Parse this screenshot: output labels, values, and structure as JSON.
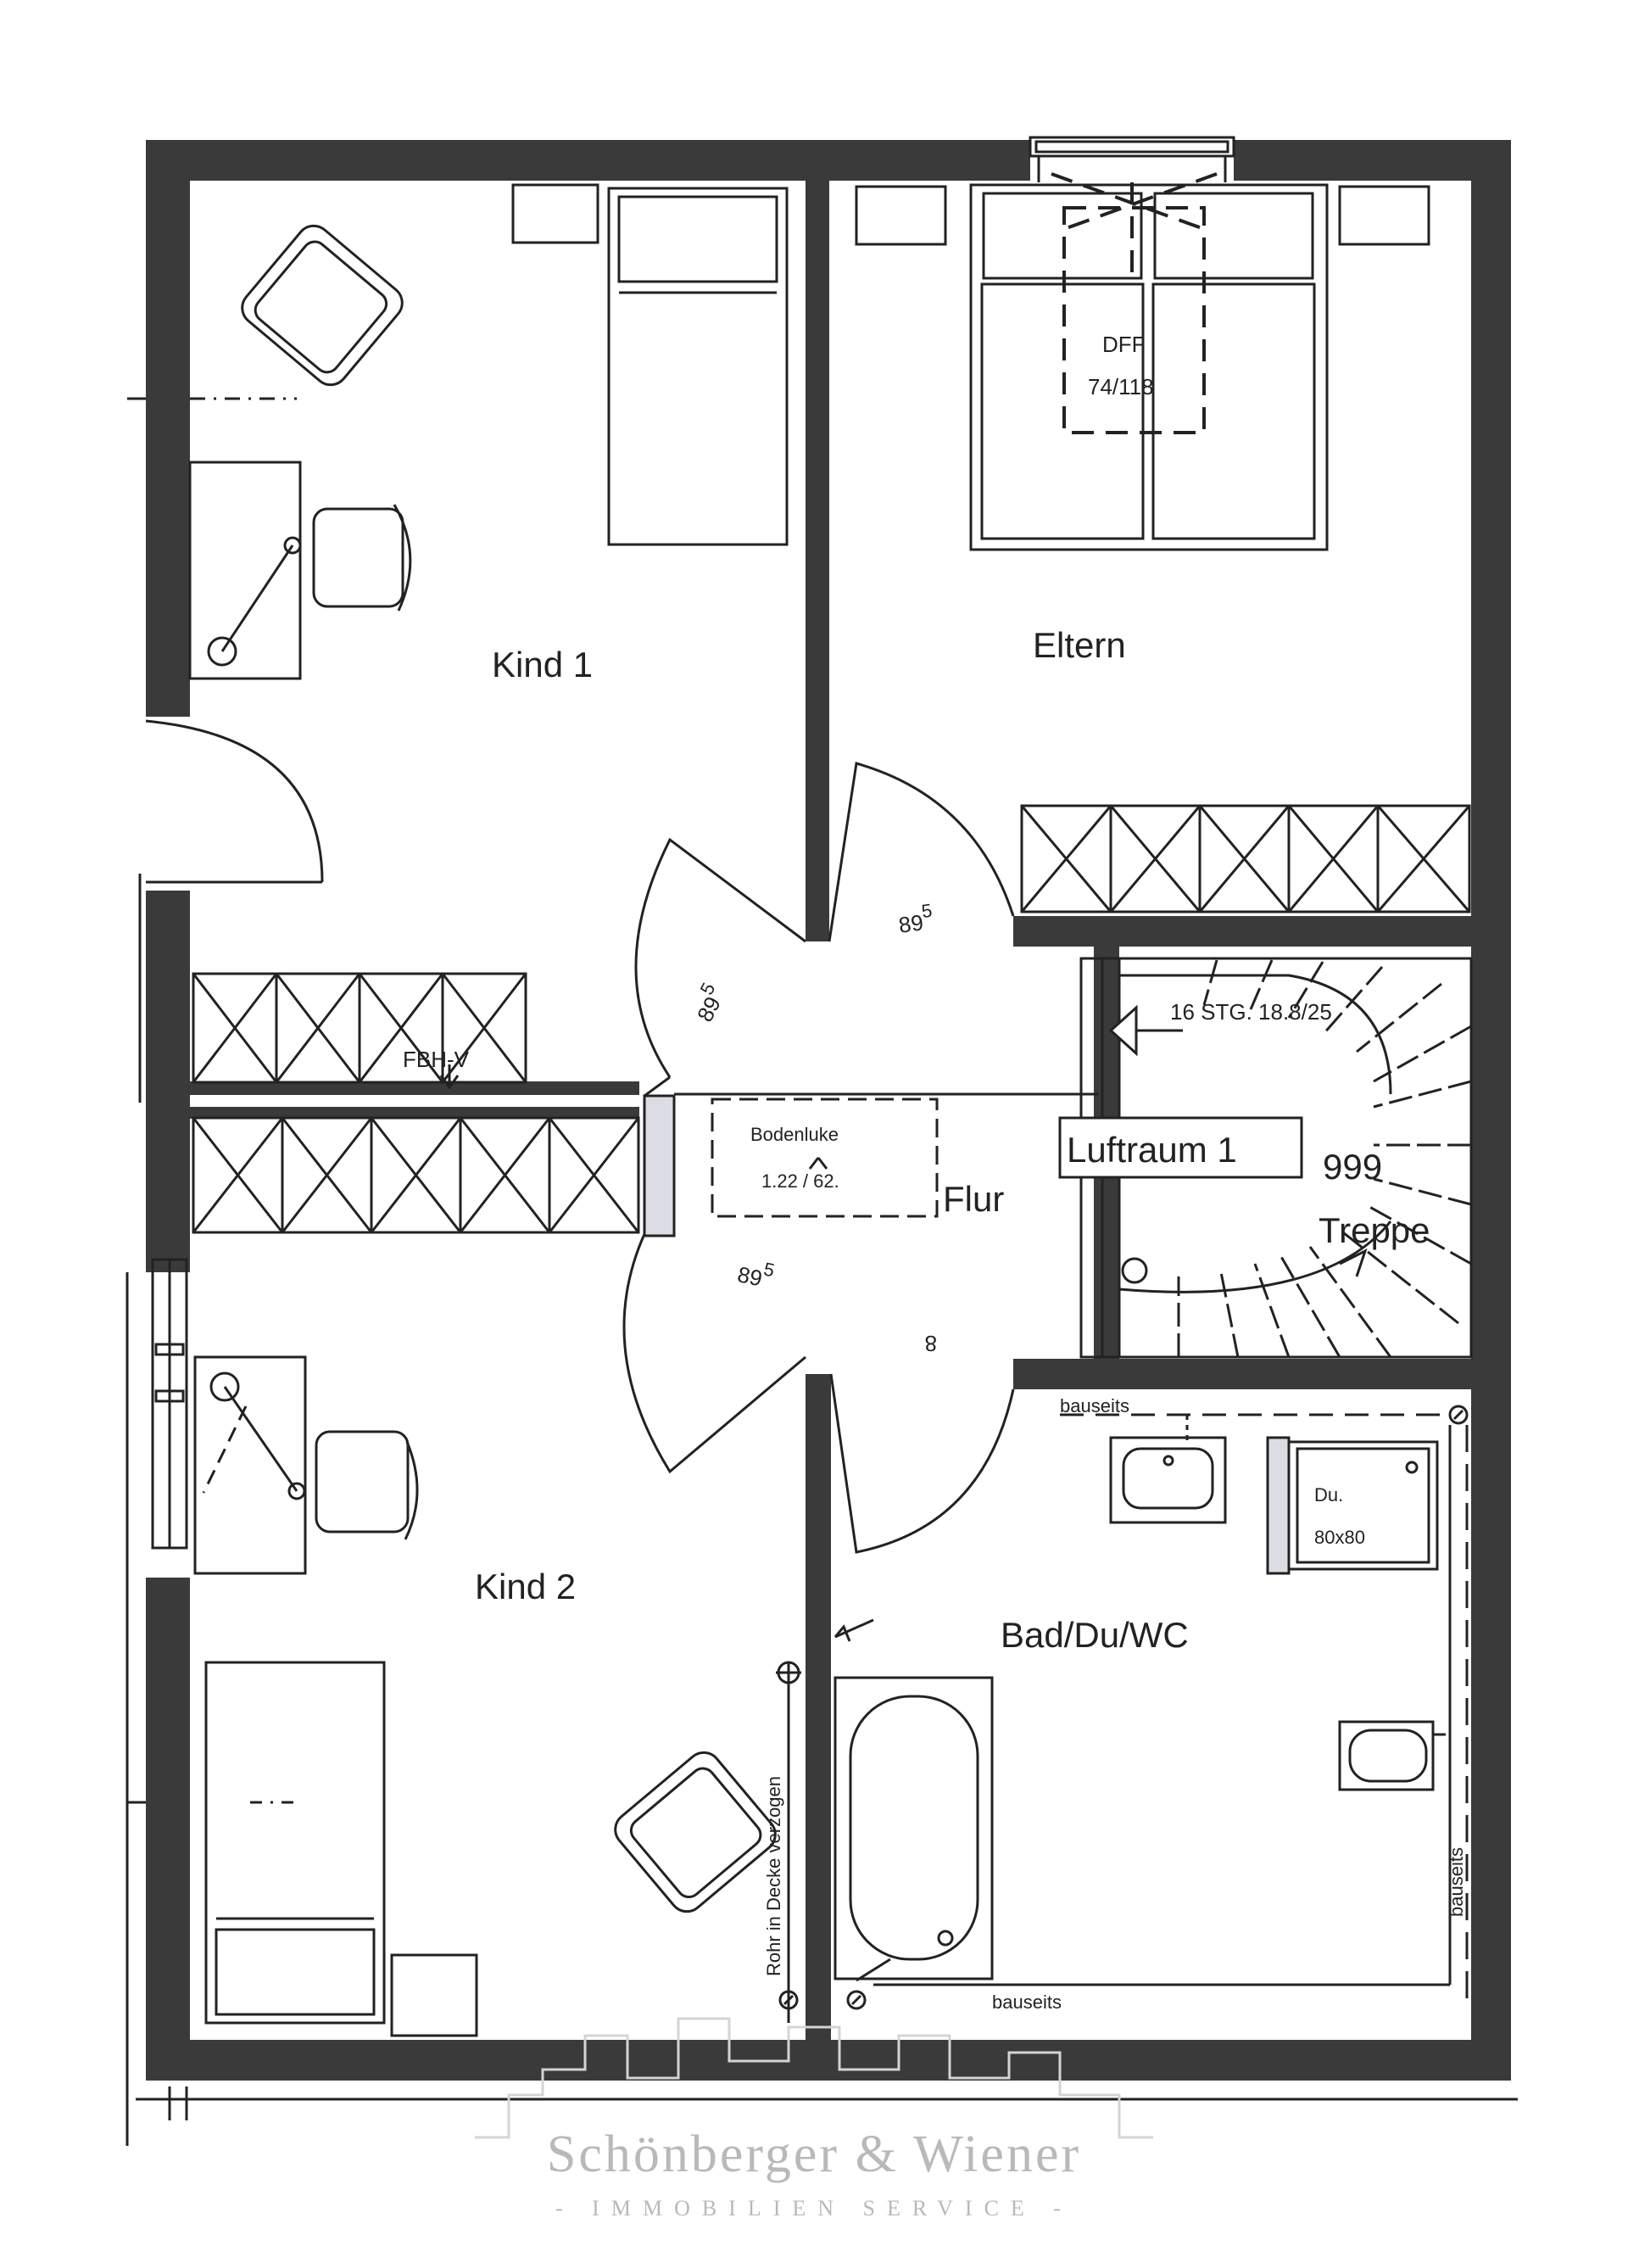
{
  "rooms": {
    "kind1": "Kind 1",
    "eltern": "Eltern",
    "kind2": "Kind 2",
    "bad": "Bad/Du/WC",
    "flur": "Flur",
    "luftraum": "Luftraum 1",
    "treppe": "Treppe"
  },
  "annotations": {
    "dff_line1": "DFF",
    "dff_line2": "74/118",
    "stair_spec": "16 STG. 18.8/25",
    "fbh": "FBH-V",
    "bodenluke_line1": "Bodenluke",
    "bodenluke_line2": "1.22 / 62.",
    "door_width": "89",
    "door_width_sup": "5",
    "stair_number": "999",
    "door_flur_small": "8",
    "dusche_line1": "Du.",
    "dusche_line2": "80x80",
    "bauseits": "bauseits",
    "rohr": "Rohr in Decke verzogen"
  },
  "watermark": {
    "company": "Schönberger & Wiener",
    "tagline": "- IMMOBILIEN SERVICE -"
  },
  "colors": {
    "wall": "#3a3a3a",
    "line": "#222222",
    "watermark": "#b9b9b9"
  }
}
